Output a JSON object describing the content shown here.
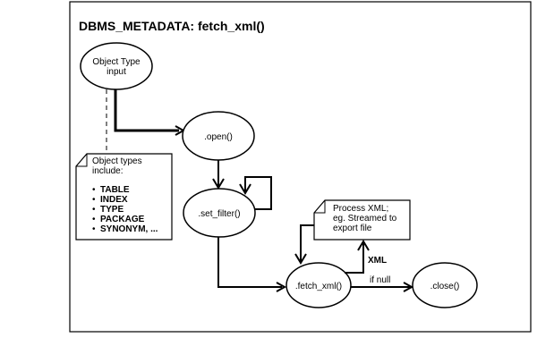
{
  "title": "DBMS_METADATA: fetch_xml()",
  "nodes": {
    "object_type": {
      "line1": "Object Type",
      "line2": "input"
    },
    "open": {
      "label": ".open()"
    },
    "set_filter": {
      "label": ".set_filter()"
    },
    "fetch_xml": {
      "label": ".fetch_xml()"
    },
    "close": {
      "label": ".close()"
    }
  },
  "notes": {
    "object_types": {
      "heading1": "Object types",
      "heading2": "include:",
      "items": [
        "TABLE",
        "INDEX",
        "TYPE",
        "PACKAGE",
        "SYNONYM, ..."
      ]
    },
    "process_xml": {
      "line1": "Process XML;",
      "line2": "eg. Streamed to",
      "line3": "export file"
    }
  },
  "edge_labels": {
    "xml": "XML",
    "if_null": "if null"
  },
  "colors": {
    "stroke": "#000000",
    "background": "#ffffff"
  }
}
